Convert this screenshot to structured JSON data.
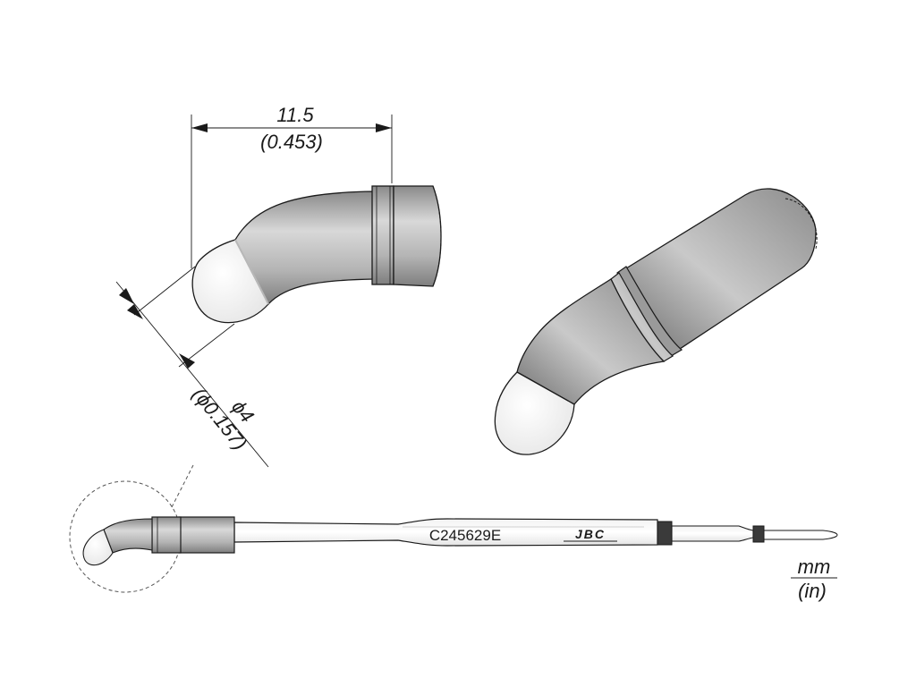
{
  "dimensions": {
    "length_mm": "11.5",
    "length_in": "(0.453)",
    "diameter_mm": "ϕ4",
    "diameter_in": "(ϕ0.157)"
  },
  "part_number": "C245629E",
  "brand_logo": "JBC",
  "units": {
    "metric": "mm",
    "imperial": "(in)"
  },
  "colors": {
    "tip_body": "#a9a9a9",
    "tip_highlight": "#dcdcdc",
    "tinned_end": "#ffffff",
    "outline": "#1a1a1a"
  }
}
